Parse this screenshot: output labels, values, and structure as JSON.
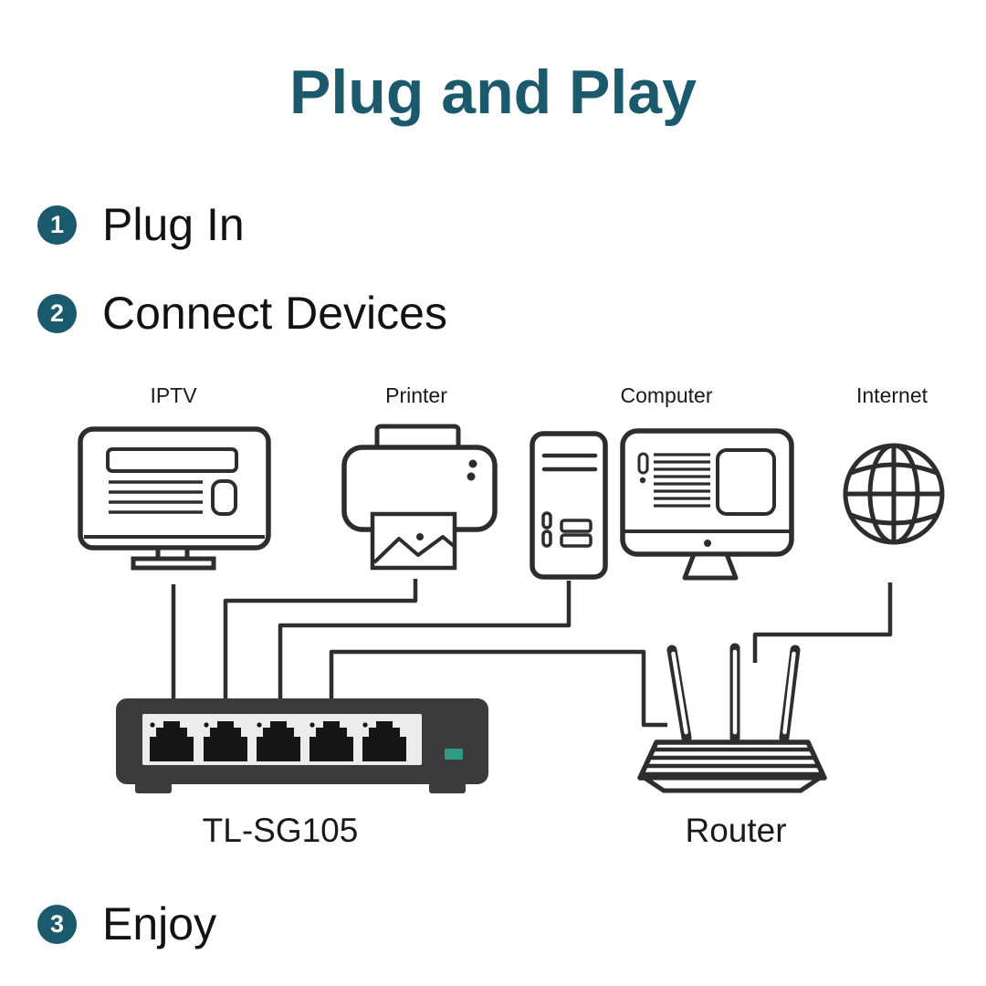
{
  "title": "Plug and Play",
  "colors": {
    "accent": "#1a5a6c",
    "led": "#2e9b82"
  },
  "steps": [
    {
      "num": "1",
      "label": "Plug In"
    },
    {
      "num": "2",
      "label": "Connect Devices"
    },
    {
      "num": "3",
      "label": "Enjoy"
    }
  ],
  "diagram": {
    "device_labels": {
      "iptv": "IPTV",
      "printer": "Printer",
      "computer": "Computer",
      "internet": "Internet"
    },
    "switch_label": "TL-SG105",
    "router_label": "Router"
  }
}
